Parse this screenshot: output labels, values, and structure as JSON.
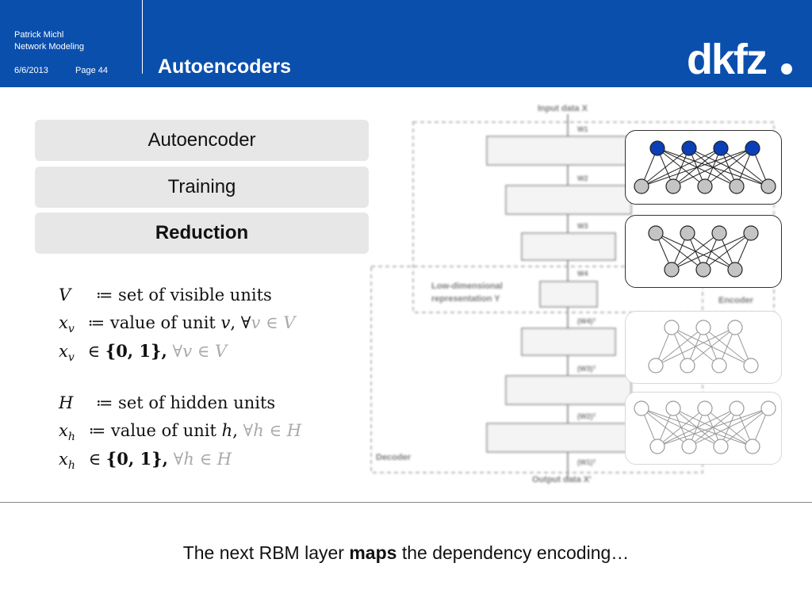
{
  "header": {
    "author": "Patrick Michl",
    "subject": "Network Modeling",
    "date": "6/6/2013",
    "page": "Page 44",
    "title": "Autoencoders",
    "logo_text": "dkfz"
  },
  "menu": [
    {
      "label": "Autoencoder",
      "active": false
    },
    {
      "label": "Training",
      "active": false
    },
    {
      "label": "Reduction",
      "active": true
    }
  ],
  "definitions": {
    "visible": {
      "set_symbol": "V",
      "set_text": "≔ set of visible units",
      "var_symbol": "x",
      "var_sub": "v",
      "var_text": "≔ value of unit",
      "unit": "v",
      "quantifier": "∀",
      "domain_unit": "v",
      "domain_in": "∈",
      "domain_set": "V",
      "binary_in": "∈",
      "binary_values": "{0, 1},"
    },
    "hidden": {
      "set_symbol": "H",
      "set_text": "≔ set of hidden units",
      "var_symbol": "x",
      "var_sub": "h",
      "var_text": "≔ value of unit",
      "unit": "h",
      "quantifier": "∀",
      "domain_unit": "h",
      "domain_in": "∈",
      "domain_set": "H",
      "binary_in": "∈",
      "binary_values": "{0, 1},"
    }
  },
  "figure": {
    "input_label": "Input data X",
    "output_label": "Output data X'",
    "lowdim_label_line1": "Low-dimensional",
    "lowdim_label_line2": "representation Y",
    "encoder_label": "Encoder",
    "decoder_label": "Decoder",
    "weights": [
      "W1",
      "W2",
      "W3",
      "W4",
      "(W4)ᵀ",
      "(W3)ᵀ",
      "(W2)ᵀ",
      "(W1)ᵀ"
    ]
  },
  "caption": {
    "before": "The next RBM layer ",
    "emphasis": "maps",
    "after": " the dependency encoding…"
  },
  "colors": {
    "header": "#0b4fad",
    "visible_unit": "#0b3fb8",
    "hidden_unit": "#c4c4c4"
  }
}
